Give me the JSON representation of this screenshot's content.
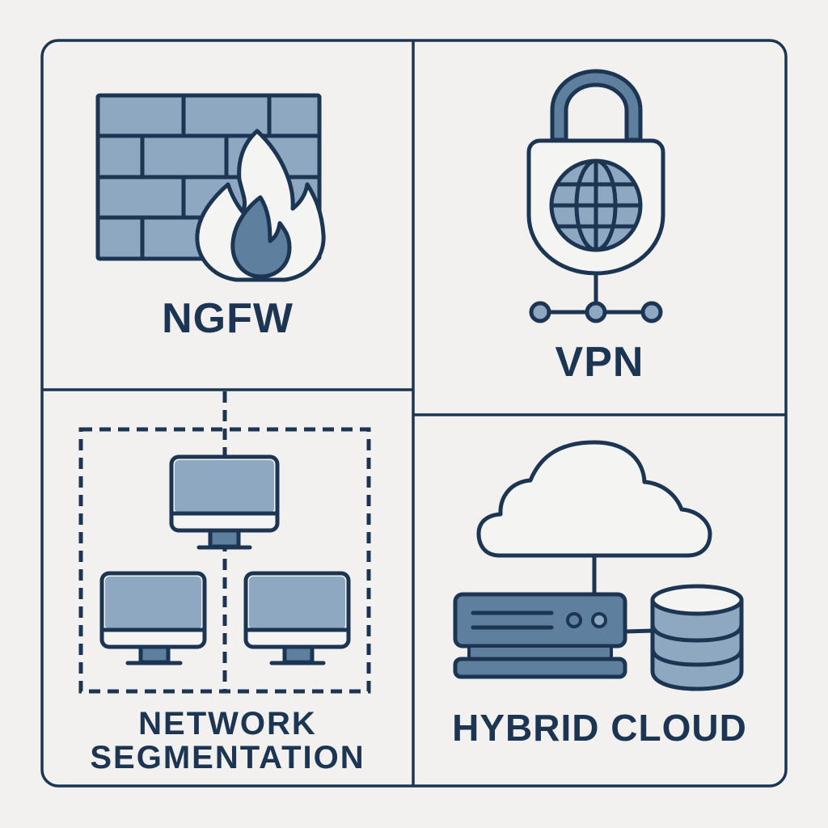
{
  "diagram": {
    "title": "",
    "colors": {
      "background": "#f2f1ef",
      "stroke": "#1b3553",
      "fill_light": "#8fa8c2",
      "fill_mid": "#5f7f9e",
      "panel": "#f2f1ef",
      "white": "#f4f4f2"
    },
    "panels": [
      {
        "id": "ngfw",
        "label": "NGFW",
        "icon": "firewall-icon",
        "position": "top-left"
      },
      {
        "id": "vpn",
        "label": "VPN",
        "icon": "padlock-globe-icon",
        "position": "top-right"
      },
      {
        "id": "network_segmentation",
        "label_lines": [
          "NETWORK",
          "SEGMENTATION"
        ],
        "icon": "segmented-monitors-icon",
        "position": "bottom-left"
      },
      {
        "id": "hybrid_cloud",
        "label": "HYBRID CLOUD",
        "icon": "cloud-server-database-icon",
        "position": "bottom-right"
      }
    ]
  }
}
